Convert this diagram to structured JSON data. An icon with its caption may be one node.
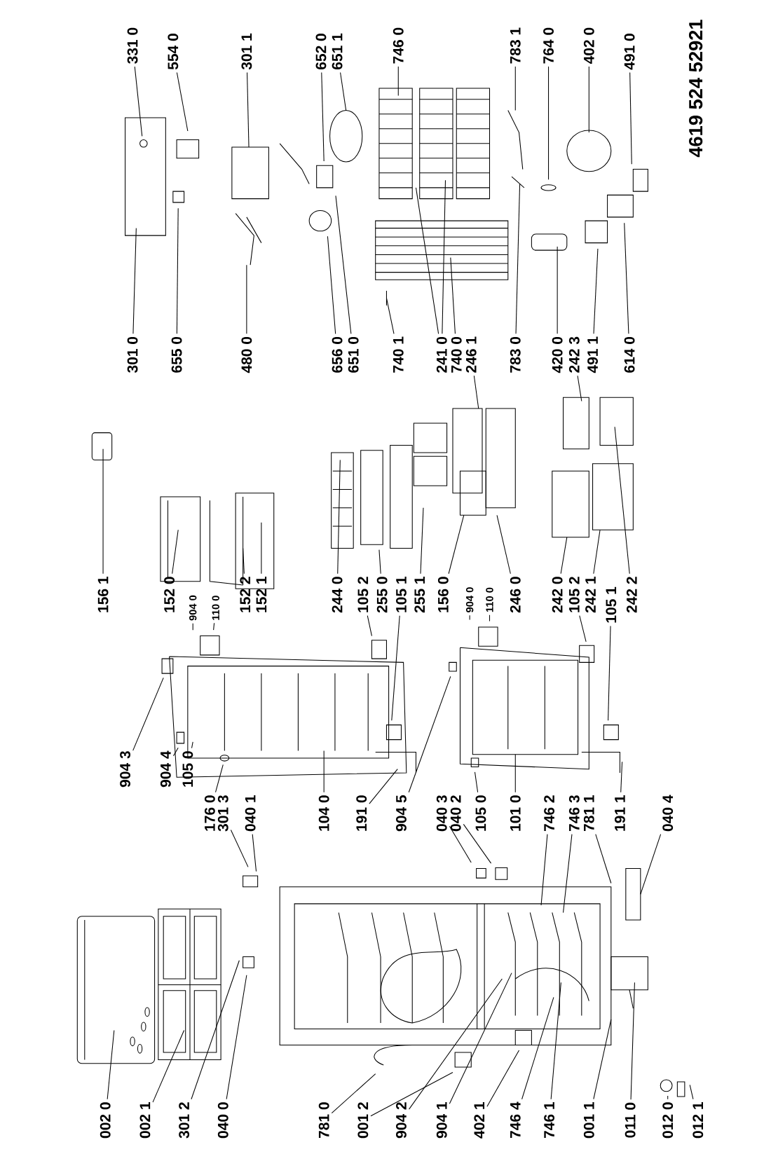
{
  "diagram": {
    "nodes": [
      {
        "text": [
          "331 0"
        ]
      },
      {
        "text": [
          "554 0"
        ]
      },
      {
        "text": [
          "301 1"
        ]
      },
      {
        "text": [
          "652 0"
        ]
      },
      {
        "text": [
          "651 1"
        ]
      },
      {
        "text": [
          "746 0"
        ]
      },
      {
        "text": [
          "783 1"
        ]
      },
      {
        "text": [
          "764 0"
        ]
      },
      {
        "text": [
          "402 0"
        ]
      },
      {
        "text": [
          "491 0"
        ]
      },
      {
        "text": [
          "301 0"
        ]
      },
      {
        "text": [
          "655 0"
        ]
      },
      {
        "text": [
          "480 0"
        ]
      },
      {
        "text": [
          "656 0"
        ]
      },
      {
        "text": [
          "651 0"
        ]
      },
      {
        "text": [
          "740 1"
        ]
      },
      {
        "text": [
          "241 0"
        ]
      },
      {
        "text": [
          "740 0"
        ]
      },
      {
        "text": [
          "246 1"
        ]
      },
      {
        "text": [
          "783 0"
        ]
      },
      {
        "text": [
          "420 0"
        ]
      },
      {
        "text": [
          "242 3"
        ]
      },
      {
        "text": [
          "491 1"
        ]
      },
      {
        "text": [
          "614 0"
        ]
      },
      {
        "text": [
          "156 1"
        ]
      },
      {
        "text": [
          "152 0"
        ]
      },
      {
        "text": [
          "904 0"
        ]
      },
      {
        "text": [
          "110 0"
        ]
      },
      {
        "text": [
          "152 2"
        ]
      },
      {
        "text": [
          "152 1"
        ]
      },
      {
        "text": [
          "244 0"
        ]
      },
      {
        "text": [
          "105 2"
        ]
      },
      {
        "text": [
          "255 0"
        ]
      },
      {
        "text": [
          "105 1"
        ]
      },
      {
        "text": [
          "255 1"
        ]
      },
      {
        "text": [
          "156 0"
        ]
      },
      {
        "text": [
          "904 0"
        ]
      },
      {
        "text": [
          "110 0"
        ]
      },
      {
        "text": [
          "246 0"
        ]
      },
      {
        "text": [
          "242 0"
        ]
      },
      {
        "text": [
          "105 2"
        ]
      },
      {
        "text": [
          "242 1"
        ]
      },
      {
        "text": [
          "105 1"
        ]
      },
      {
        "text": [
          "242 2"
        ]
      },
      {
        "text": [
          "904 3"
        ]
      },
      {
        "text": [
          "904 4"
        ]
      },
      {
        "text": [
          "105 0"
        ]
      },
      {
        "text": [
          "176 0"
        ]
      },
      {
        "text": [
          "301 3"
        ]
      },
      {
        "text": [
          "040 1"
        ]
      },
      {
        "text": [
          "104 0"
        ]
      },
      {
        "text": [
          "191 0"
        ]
      },
      {
        "text": [
          "904 5"
        ]
      },
      {
        "text": [
          "040 3"
        ]
      },
      {
        "text": [
          "040 2"
        ]
      },
      {
        "text": [
          "105 0"
        ]
      },
      {
        "text": [
          "101 0"
        ]
      },
      {
        "text": [
          "746 2"
        ]
      },
      {
        "text": [
          "746 3"
        ]
      },
      {
        "text": [
          "781 1"
        ]
      },
      {
        "text": [
          "191 1"
        ]
      },
      {
        "text": [
          "040 4"
        ]
      },
      {
        "text": [
          "002 0"
        ]
      },
      {
        "text": [
          "002 1"
        ]
      },
      {
        "text": [
          "301 2"
        ]
      },
      {
        "text": [
          "040 0"
        ]
      },
      {
        "text": [
          "781 0"
        ]
      },
      {
        "text": [
          "001 2"
        ]
      },
      {
        "text": [
          "904 2"
        ]
      },
      {
        "text": [
          "904 1"
        ]
      },
      {
        "text": [
          "402 1"
        ]
      },
      {
        "text": [
          "746 4"
        ]
      },
      {
        "text": [
          "746 1"
        ]
      },
      {
        "text": [
          "001 1"
        ]
      },
      {
        "text": [
          "011 0"
        ]
      },
      {
        "text": [
          "012 0"
        ]
      },
      {
        "text": [
          "012 1"
        ]
      }
    ],
    "edges": [
      {
        "from": 0,
        "to": null,
        "arrow": "none"
      },
      {
        "from": 1,
        "to": null,
        "arrow": "none"
      },
      {
        "from": 2,
        "to": null,
        "arrow": "none"
      },
      {
        "from": 3,
        "to": null,
        "arrow": "none"
      },
      {
        "from": 4,
        "to": null,
        "arrow": "none"
      },
      {
        "from": 5,
        "to": null,
        "arrow": "none"
      },
      {
        "from": 6,
        "to": null,
        "arrow": "none"
      },
      {
        "from": 7,
        "to": null,
        "arrow": "none"
      },
      {
        "from": 8,
        "to": null,
        "arrow": "none"
      },
      {
        "from": 9,
        "to": null,
        "arrow": "none"
      },
      {
        "from": 10,
        "to": null,
        "arrow": "none"
      },
      {
        "from": 11,
        "to": null,
        "arrow": "none"
      },
      {
        "from": 12,
        "to": null,
        "arrow": "none"
      },
      {
        "from": 13,
        "to": null,
        "arrow": "none"
      },
      {
        "from": 14,
        "to": null,
        "arrow": "none"
      },
      {
        "from": 15,
        "to": null,
        "arrow": "none"
      },
      {
        "from": 16,
        "to": null,
        "arrow": "none"
      },
      {
        "from": 16,
        "to": null,
        "arrow": "none"
      },
      {
        "from": 17,
        "to": null,
        "arrow": "none"
      },
      {
        "from": 18,
        "to": null,
        "arrow": "none"
      },
      {
        "from": 19,
        "to": null,
        "arrow": "none"
      },
      {
        "from": 20,
        "to": null,
        "arrow": "none"
      },
      {
        "from": 21,
        "to": null,
        "arrow": "none"
      },
      {
        "from": 22,
        "to": null,
        "arrow": "none"
      },
      {
        "from": 23,
        "to": null,
        "arrow": "none"
      },
      {
        "from": 24,
        "to": null,
        "arrow": "none"
      },
      {
        "from": 25,
        "to": null,
        "arrow": "none"
      },
      {
        "from": 26,
        "to": null,
        "arrow": "none"
      },
      {
        "from": 27,
        "to": null,
        "arrow": "none"
      },
      {
        "from": 28,
        "to": null,
        "arrow": "none"
      },
      {
        "from": 29,
        "to": null,
        "arrow": "none"
      },
      {
        "from": 30,
        "to": null,
        "arrow": "none"
      },
      {
        "from": 31,
        "to": null,
        "arrow": "none"
      },
      {
        "from": 32,
        "to": null,
        "arrow": "none"
      },
      {
        "from": 33,
        "to": null,
        "arrow": "none"
      },
      {
        "from": 34,
        "to": null,
        "arrow": "none"
      },
      {
        "from": 35,
        "to": null,
        "arrow": "none"
      },
      {
        "from": 36,
        "to": null,
        "arrow": "none"
      },
      {
        "from": 37,
        "to": null,
        "arrow": "none"
      },
      {
        "from": 38,
        "to": null,
        "arrow": "none"
      },
      {
        "from": 39,
        "to": null,
        "arrow": "none"
      },
      {
        "from": 40,
        "to": null,
        "arrow": "none"
      },
      {
        "from": 41,
        "to": null,
        "arrow": "none"
      },
      {
        "from": 42,
        "to": null,
        "arrow": "none"
      },
      {
        "from": 43,
        "to": null,
        "arrow": "none"
      },
      {
        "from": 44,
        "to": null,
        "arrow": "none"
      },
      {
        "from": 45,
        "to": null,
        "arrow": "none"
      },
      {
        "from": 46,
        "to": null,
        "arrow": "none"
      },
      {
        "from": 47,
        "to": null,
        "arrow": "none"
      },
      {
        "from": 48,
        "to": null,
        "arrow": "none"
      },
      {
        "from": 49,
        "to": null,
        "arrow": "none"
      },
      {
        "from": 50,
        "to": null,
        "arrow": "none"
      },
      {
        "from": 51,
        "to": null,
        "arrow": "none"
      },
      {
        "from": 52,
        "to": null,
        "arrow": "none"
      },
      {
        "from": 53,
        "to": null,
        "arrow": "none"
      },
      {
        "from": 54,
        "to": null,
        "arrow": "none"
      },
      {
        "from": 55,
        "to": null,
        "arrow": "none"
      },
      {
        "from": 56,
        "to": null,
        "arrow": "none"
      },
      {
        "from": 57,
        "to": null,
        "arrow": "none"
      },
      {
        "from": 58,
        "to": null,
        "arrow": "none"
      },
      {
        "from": 59,
        "to": null,
        "arrow": "none"
      },
      {
        "from": 60,
        "to": null,
        "arrow": "none"
      },
      {
        "from": 61,
        "to": null,
        "arrow": "none"
      },
      {
        "from": 62,
        "to": null,
        "arrow": "none"
      },
      {
        "from": 63,
        "to": null,
        "arrow": "none"
      },
      {
        "from": 64,
        "to": null,
        "arrow": "none"
      },
      {
        "from": 65,
        "to": null,
        "arrow": "none"
      },
      {
        "from": 66,
        "to": null,
        "arrow": "none"
      },
      {
        "from": 67,
        "to": null,
        "arrow": "none"
      },
      {
        "from": 68,
        "to": null,
        "arrow": "none"
      },
      {
        "from": 69,
        "to": null,
        "arrow": "none"
      },
      {
        "from": 70,
        "to": null,
        "arrow": "none"
      },
      {
        "from": 71,
        "to": null,
        "arrow": "none"
      },
      {
        "from": 72,
        "to": null,
        "arrow": "none"
      },
      {
        "from": 73,
        "to": null,
        "arrow": "none"
      },
      {
        "from": 74,
        "to": null,
        "arrow": "none"
      },
      {
        "from": 75,
        "to": null,
        "arrow": "none"
      },
      {
        "from": 76,
        "to": null,
        "arrow": "none"
      }
    ],
    "labels": [
      "4619 524 52921"
    ]
  }
}
